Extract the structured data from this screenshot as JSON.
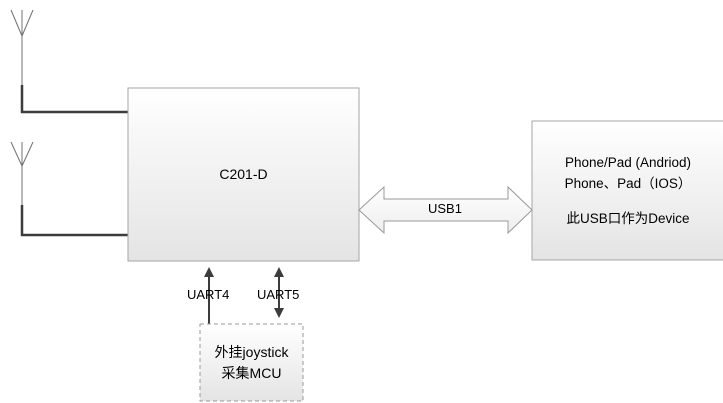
{
  "main_block": {
    "label": "C201-D"
  },
  "device_block": {
    "line1": "Phone/Pad (Andriod)",
    "line2": "Phone、Pad（IOS）",
    "line3": "此USB口作为Device"
  },
  "usb_link": {
    "label": "USB1"
  },
  "uart_links": [
    {
      "label": "UART4"
    },
    {
      "label": "UART5"
    }
  ],
  "mcu_block": {
    "line1": "外挂joystick",
    "line2": "采集MCU"
  },
  "antennas": [
    {
      "icon": "antenna-icon"
    },
    {
      "icon": "antenna-icon"
    }
  ],
  "colors": {
    "box_fill_top": "#ffffff",
    "box_fill_bottom": "#e6e6e6",
    "line": "#3c3c3c",
    "box_border": "#a6a6a6"
  }
}
